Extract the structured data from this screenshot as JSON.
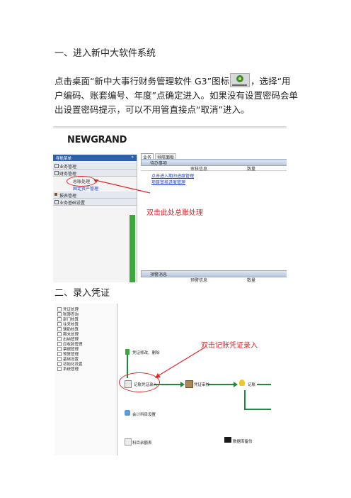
{
  "section1": {
    "heading": "一、进入新中大软件系统",
    "para_a": "点击桌面“新中大事行财务管理软件 G3”图标",
    "para_b": "，选择“用户编码、账套编号、年度”点确定进入。如果没有设置密码会单出设置密码提示，可以不用管直接点“取消”进入。"
  },
  "screen1": {
    "logo": "NEWGRAND",
    "panel_title": "导航菜单",
    "left_menu": [
      "业务管理",
      "财务管理",
      "总账处理",
      "固定资产管理",
      "报表管理",
      "业务基础设置"
    ],
    "tabs": [
      "业务",
      "导航面板"
    ],
    "todo_header": "待办事项",
    "columns": [
      "审核信息",
      "数量"
    ],
    "links": [
      "点击进入期间进度管理",
      "项目审核进度管理"
    ],
    "warning_header": "预警消息",
    "warning_columns": [
      "预警信息",
      "数量"
    ],
    "callout": "双击此处总账处理"
  },
  "section2": {
    "heading": "二、录入凭证"
  },
  "screen2": {
    "tree": [
      "凭证处理",
      "账簿查询",
      "部门核算",
      "往来核算",
      "辅助核算",
      "期末处理",
      "出纳管理",
      "应收款管理",
      "票据管理",
      "预算管理",
      "基础设置",
      "初始化设置",
      "系统管理"
    ],
    "nodes": [
      "凭证修改、删除",
      "记账凭证录入",
      "凭证审核",
      "记账",
      "会计科目设置",
      "科目余额表",
      "数据库备份"
    ],
    "callout": "双击记账凭证录入"
  }
}
